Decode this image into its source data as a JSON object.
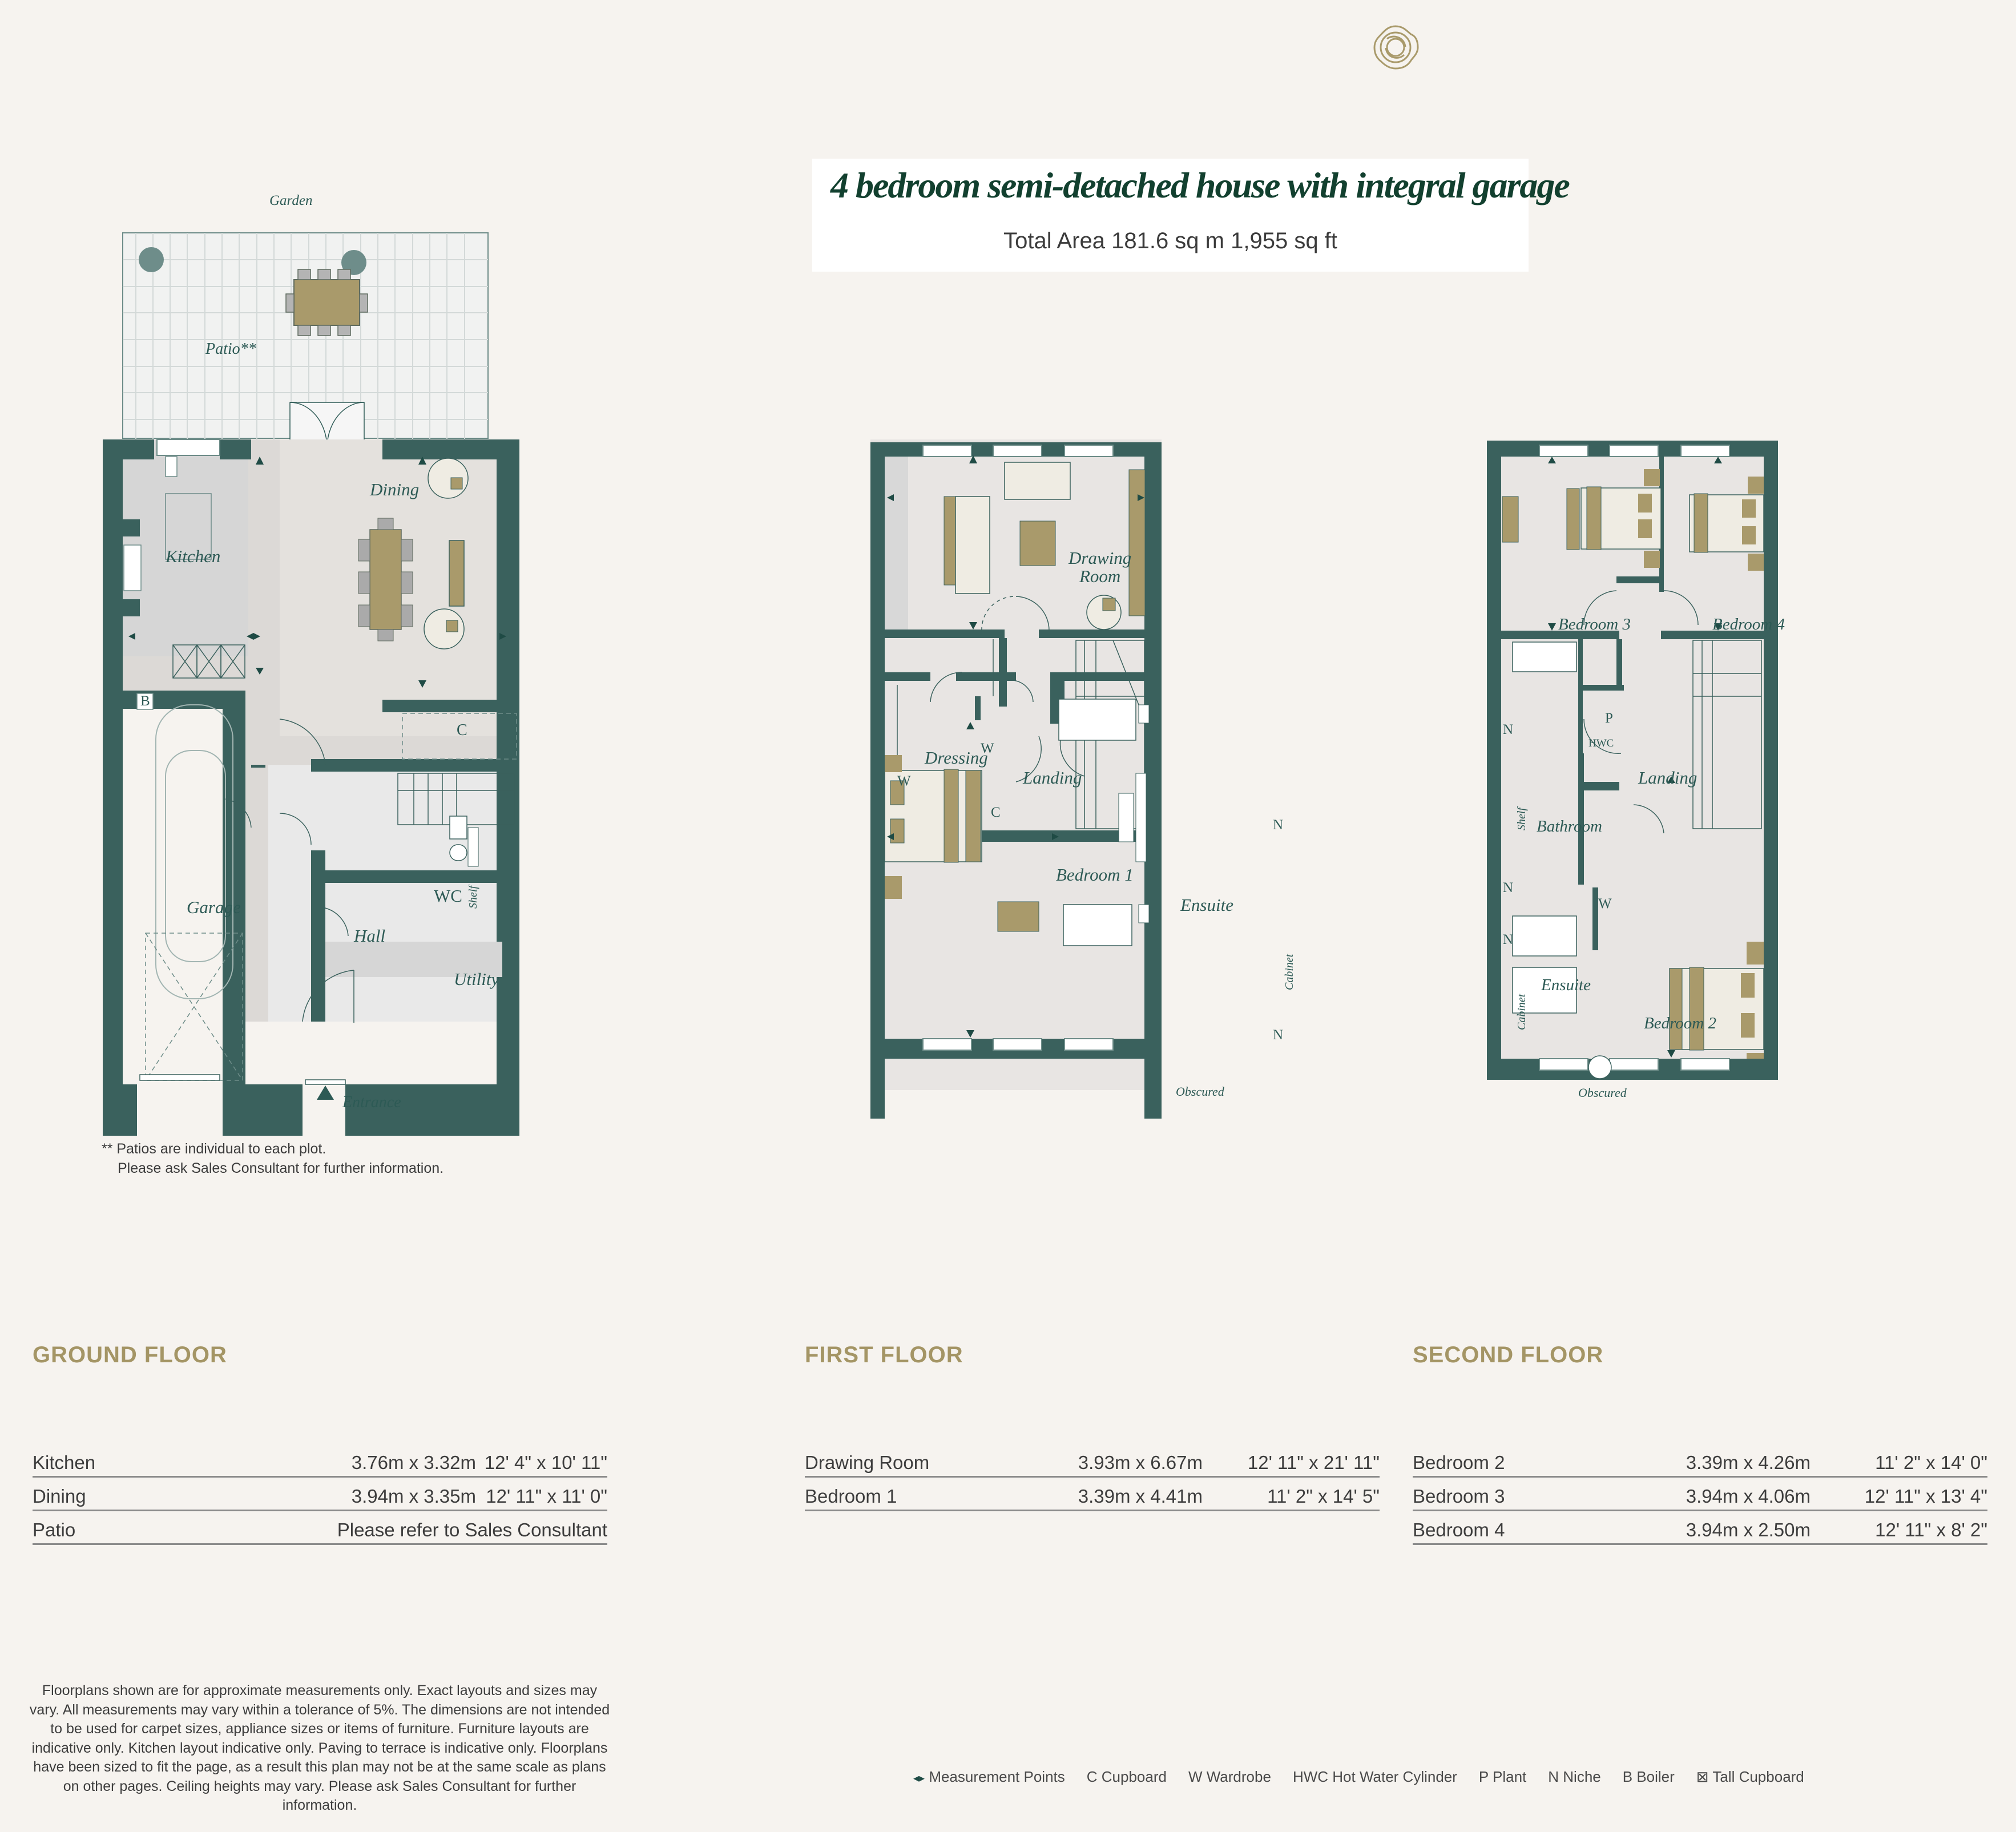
{
  "header": {
    "logo_icon": "rose-logo-icon",
    "title": "4 bedroom semi-detached house with integral garage",
    "total_area": "Total Area 181.6 sq m   1,955 sq ft"
  },
  "colors": {
    "background": "#f6f3ef",
    "wall": "#3a615d",
    "floor": "#e7e4e2",
    "furniture_gold": "#a99a6b",
    "heading_gold": "#a49565",
    "title_green": "#12402f",
    "label_teal": "#2d5a55"
  },
  "plans": {
    "ground": {
      "labels": {
        "garden": "Garden",
        "patio": "Patio**",
        "kitchen": "Kitchen",
        "dining": "Dining",
        "garage": "Garage",
        "boiler": "B",
        "cupboard": "C",
        "hall": "Hall",
        "wc": "WC",
        "shelf": "Shelf",
        "utility": "Utility",
        "entrance": "Entrance"
      }
    },
    "first": {
      "labels": {
        "drawing_room_1": "Drawing",
        "drawing_room_2": "Room",
        "dressing": "Dressing",
        "wardrobe_a": "W",
        "wardrobe_b": "W",
        "landing": "Landing",
        "cupboard": "C",
        "bedroom1": "Bedroom 1",
        "ensuite": "Ensuite",
        "cabinet": "Cabinet",
        "niche_a": "N",
        "niche_b": "N",
        "obscured": "Obscured"
      }
    },
    "second": {
      "labels": {
        "bedroom3": "Bedroom 3",
        "bedroom4": "Bedroom 4",
        "plant": "P",
        "hwc": "HWC",
        "landing": "Landing",
        "bathroom": "Bathroom",
        "shelf": "Shelf",
        "niche_a": "N",
        "niche_b": "N",
        "niche_c": "N",
        "wardrobe": "W",
        "ensuite": "Ensuite",
        "cabinet": "Cabinet",
        "bedroom2": "Bedroom 2",
        "obscured": "Obscured"
      }
    }
  },
  "patio_note": {
    "line1": "** Patios are individual to each plot.",
    "line2": "Please ask Sales Consultant for further information."
  },
  "dimensions": {
    "ground_floor": {
      "heading": "GROUND FLOOR",
      "rows": [
        {
          "room": "Kitchen",
          "metric": "3.76m x 3.32m",
          "imperial": "12' 4\" x 10' 11\""
        },
        {
          "room": "Dining",
          "metric": "3.94m x 3.35m",
          "imperial": "12' 11\" x 11' 0\""
        },
        {
          "room": "Patio",
          "metric": "Please refer to Sales Consultant",
          "imperial": ""
        }
      ]
    },
    "first_floor": {
      "heading": "FIRST FLOOR",
      "rows": [
        {
          "room": "Drawing Room",
          "metric": "3.93m x 6.67m",
          "imperial": "12' 11\" x 21' 11\""
        },
        {
          "room": "Bedroom 1",
          "metric": "3.39m x 4.41m",
          "imperial": "11' 2\" x 14' 5\""
        }
      ]
    },
    "second_floor": {
      "heading": "SECOND FLOOR",
      "rows": [
        {
          "room": "Bedroom 2",
          "metric": "3.39m x 4.26m",
          "imperial": "11' 2\" x 14' 0\""
        },
        {
          "room": "Bedroom 3",
          "metric": "3.94m x 4.06m",
          "imperial": "12' 11\" x 13' 4\""
        },
        {
          "room": "Bedroom 4",
          "metric": "3.94m x 2.50m",
          "imperial": "12' 11\" x 8' 2\""
        }
      ]
    }
  },
  "disclaimer": "Floorplans shown are for approximate measurements only. Exact layouts and sizes may vary. All measurements may vary within a tolerance of 5%. The dimensions are not intended to be used for carpet sizes, appliance sizes or items of furniture. Furniture layouts are indicative only. Kitchen layout indicative only. Paving to terrace is indicative only. Floorplans have been sized to fit the page, as a result this plan may not be at the same scale as plans on other pages. Ceiling heights may vary. Please ask Sales Consultant for further information.",
  "legend": {
    "measurement_icon": "◂▸",
    "items": [
      "Measurement Points",
      "C Cupboard",
      "W Wardrobe",
      "HWC Hot Water Cylinder",
      "P Plant",
      "N Niche",
      "B Boiler",
      "⊠ Tall Cupboard"
    ]
  }
}
